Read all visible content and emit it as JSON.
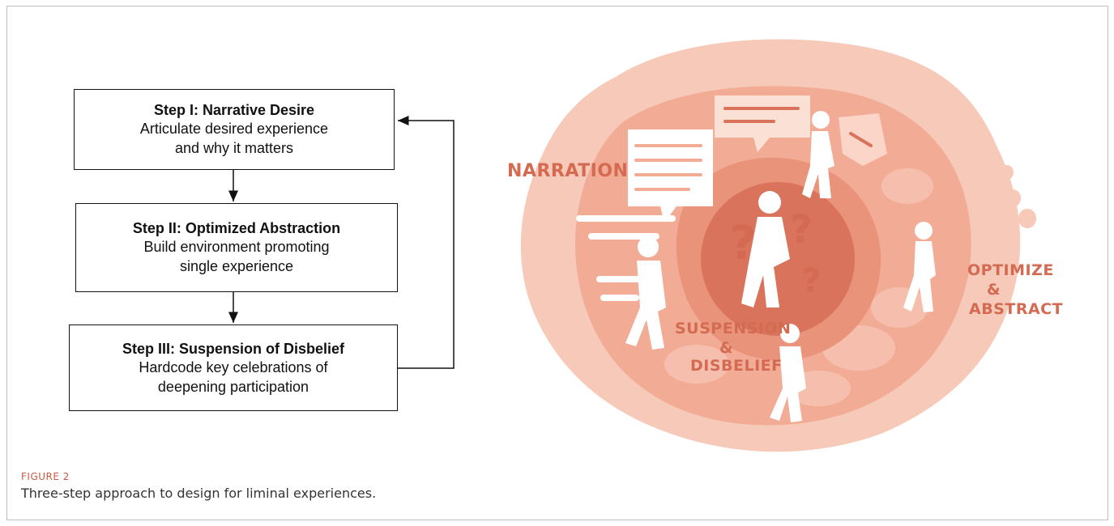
{
  "flowchart": {
    "steps": [
      {
        "title": "Step I: Narrative Desire",
        "desc": "Articulate desired experience\nand why it matters"
      },
      {
        "title": "Step II: Optimized Abstraction",
        "desc": "Build environment promoting\nsingle experience"
      },
      {
        "title": "Step III: Suspension of Disbelief",
        "desc": "Hardcode key celebrations of\ndeepening participation"
      }
    ]
  },
  "illustration": {
    "label_narration": "NARRATION",
    "label_optimize_1": "OPTIMIZE",
    "label_optimize_2": "&",
    "label_optimize_3": "ABSTRACT",
    "label_suspension_1": "SUSPENSION",
    "label_suspension_2": "&",
    "label_suspension_3": "DISBELIEF",
    "colors": {
      "outer": "#f6c9b8",
      "mid": "#f2ab95",
      "inner": "#e9937a",
      "core": "#d9735b",
      "figure": "#ffffff",
      "text": "#d46a52"
    }
  },
  "figure": {
    "label": "FIGURE 2",
    "caption": "Three-step approach to design for liminal experiences."
  }
}
